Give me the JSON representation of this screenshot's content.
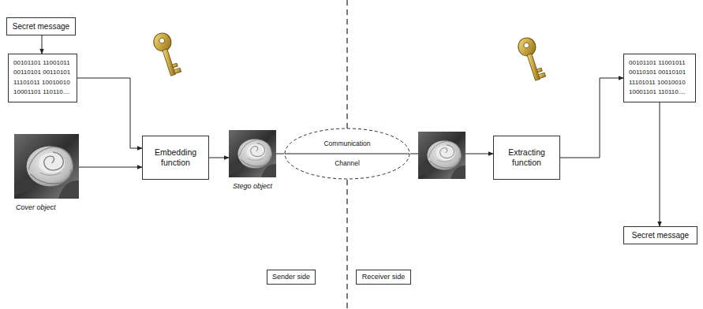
{
  "diagram": {
    "nodes": [
      {
        "text": [
          "Secret message"
        ]
      },
      {
        "text": [
          "00101101 11001011 00110101 00110101 11101011 10010010 10001101 110110...."
        ]
      },
      {
        "text": [
          "Cover object"
        ]
      },
      {
        "text": [
          "Embedding function"
        ]
      },
      {
        "text": [
          "Stego object"
        ]
      },
      {
        "text": [
          "Communication",
          "Channel"
        ]
      },
      {
        "text": [
          "Extracting function"
        ]
      },
      {
        "text": [
          "00101101 11001011 00110101 00110101 11101011 10010010 10001101 110110...."
        ]
      },
      {
        "text": [
          "Secret message"
        ]
      },
      {
        "text": [
          "Sender side"
        ]
      },
      {
        "text": [
          "Receiver side"
        ]
      }
    ],
    "edges": [
      {
        "from": 0,
        "to": 1,
        "arrow": "to"
      },
      {
        "from": 1,
        "to": 3,
        "arrow": "to"
      },
      {
        "from": 2,
        "to": 3,
        "arrow": "to"
      },
      {
        "from": 3,
        "to": 4,
        "arrow": "to"
      },
      {
        "from": 4,
        "to": 5,
        "arrow": "none"
      },
      {
        "from": 5,
        "to": 6,
        "arrow": "to"
      },
      {
        "from": 6,
        "to": 7,
        "arrow": "to"
      },
      {
        "from": 7,
        "to": 8,
        "arrow": "to"
      }
    ]
  }
}
